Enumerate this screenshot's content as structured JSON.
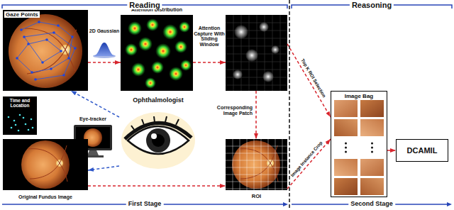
{
  "diagram": {
    "nodes": [
      {
        "text": [
          "Gaze Points"
        ]
      },
      {
        "text": [
          "Attention Distribution"
        ]
      },
      {
        "text": []
      },
      {
        "text": [
          "Time and Location"
        ]
      },
      {
        "text": [
          "Ophthalmologist"
        ]
      },
      {
        "text": [
          "Eye-tracker"
        ]
      },
      {
        "text": [
          "Original Fundus Image"
        ]
      },
      {
        "text": [
          "ROI"
        ]
      },
      {
        "text": [
          "Image Bag"
        ]
      },
      {
        "text": [
          "DCAMIL"
        ]
      }
    ],
    "edges": [
      {
        "from": 0,
        "to": 1,
        "label": "2D Gaussian",
        "arrow": "to"
      },
      {
        "from": 1,
        "to": 2,
        "label": "Attention Capture With Sliding Window",
        "arrow": "to"
      },
      {
        "from": 2,
        "to": 7,
        "label": "Corresponding Image Patch",
        "arrow": "to"
      },
      {
        "from": 2,
        "to": 8,
        "label": "Top K ROI Selection",
        "arrow": "to"
      },
      {
        "from": 7,
        "to": 8,
        "label": "Image Instance Crop",
        "arrow": "to"
      },
      {
        "from": 8,
        "to": 9,
        "arrow": "to"
      },
      {
        "from": 6,
        "to": 7,
        "arrow": "to"
      },
      {
        "from": 4,
        "to": 0,
        "arrow": "to"
      },
      {
        "from": 4,
        "to": 6,
        "arrow": "to"
      }
    ],
    "labels": [
      "Reading",
      "Reasoning",
      "First Stage",
      "Second Stage"
    ]
  }
}
